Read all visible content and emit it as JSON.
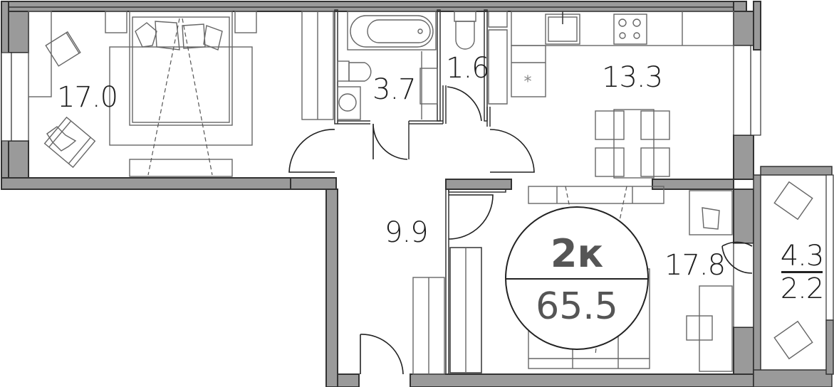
{
  "plan": {
    "type_label": "2к",
    "total_area": "65.5",
    "colors": {
      "wall_fill": "#9a9a9a",
      "outline": "#333333",
      "furniture": "#666666",
      "badge_text": "#555555",
      "label_text": "#1e1e1e"
    },
    "rooms": [
      {
        "id": "bedroom",
        "area": "17.0"
      },
      {
        "id": "bathroom",
        "area": "3.7"
      },
      {
        "id": "toilet",
        "area": "1.6"
      },
      {
        "id": "kitchen",
        "area": "13.3"
      },
      {
        "id": "hallway",
        "area": "9.9"
      },
      {
        "id": "living-room",
        "area": "17.8"
      },
      {
        "id": "balcony",
        "area_total": "4.3",
        "area_reduced": "2.2"
      }
    ]
  }
}
